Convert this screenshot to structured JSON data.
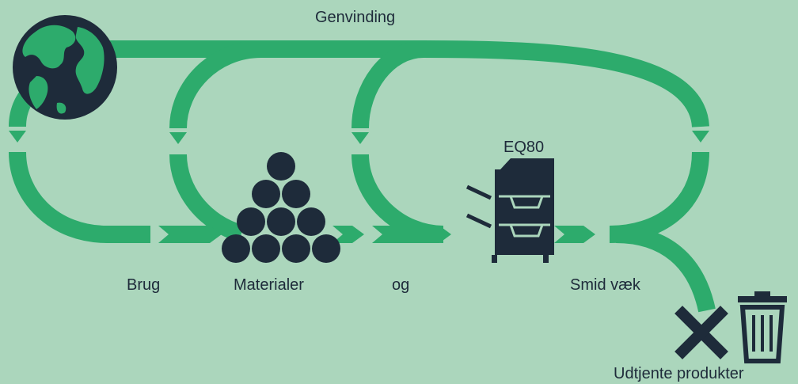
{
  "labels": {
    "recovery": "Genvinding",
    "use": "Brug",
    "materials": "Materialer",
    "and": "og",
    "model": "EQ80",
    "discard": "Smid væk",
    "end_of_life": "Udtjente produkter"
  },
  "icons": {
    "earth": "globe-icon",
    "materials": "material-stack-icon",
    "printer": "printer-icon",
    "cross": "cross-icon",
    "bin": "trash-bin-icon"
  },
  "colors": {
    "background": "#abd6bc",
    "flow": "#2dab6c",
    "icon": "#1e2b3a"
  }
}
